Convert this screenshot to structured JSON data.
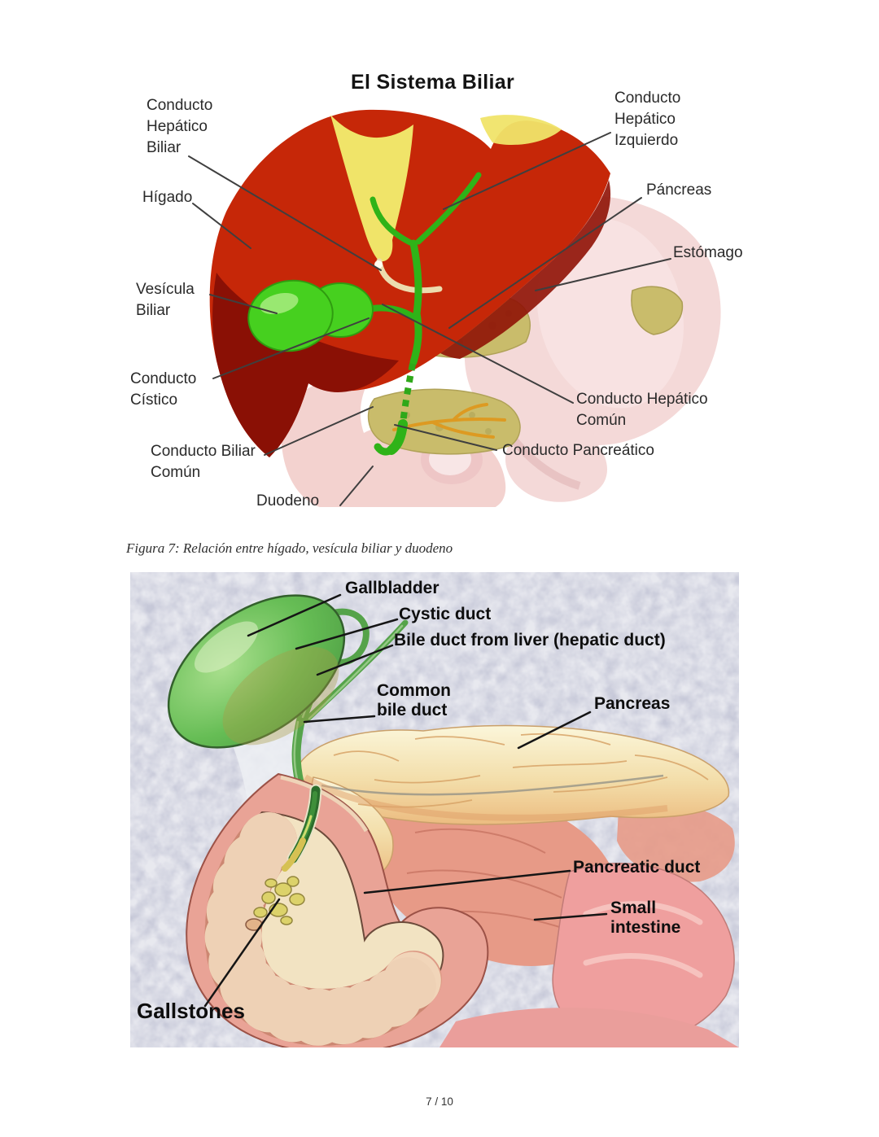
{
  "document": {
    "caption_figure7": "Figura 7: Relación entre hígado, vesícula biliar y duodeno",
    "page_indicator": "7 / 10"
  },
  "figure1": {
    "title": "El Sistema Biliar",
    "labels": {
      "conducto_hepatico_biliar": "Conducto\nHepático\nBiliar",
      "higado": "Hígado",
      "vesicula_biliar": "Vesícula\nBiliar",
      "conducto_cistico": "Conducto\nCístico",
      "conducto_biliar_comun": "Conducto Biliar\nComún",
      "duodeno": "Duodeno",
      "conducto_hepatico_izquierdo": "Conducto\nHepático\nIzquierdo",
      "pancreas": "Páncreas",
      "estomago": "Estómago",
      "conducto_hepatico_comun": "Conducto Hepático\nComún",
      "conducto_pancreatico": "Conducto Pancreático"
    },
    "colors": {
      "liver": "#c62708",
      "liver_dark": "#8a1005",
      "ligament": "#f0e469",
      "gallbladder": "#46d01f",
      "bile_duct": "#2fb318",
      "stomach": "#f4d9d8",
      "duodenum": "#f3d2cf",
      "pancreas": "#c9bc6b",
      "pancreatic_duct": "#dd9a22"
    }
  },
  "figure2": {
    "labels": {
      "gallbladder": "Gallbladder",
      "cystic_duct": "Cystic duct",
      "bile_duct_from_liver": "Bile duct from liver (hepatic duct)",
      "common_bile_duct": "Common\nbile duct",
      "pancreas": "Pancreas",
      "pancreatic_duct": "Pancreatic duct",
      "small_intestine": "Small\nintestine",
      "gallstones": "Gallstones"
    },
    "colors": {
      "background": "#c6c8d8",
      "gallbladder": "#68bb57",
      "bile_duct": "#55a34a",
      "pancreas": "#f4e3b4",
      "duodenum": "#e9a396",
      "duodenum_interior": "#f2e3c2",
      "intestine": "#ef9f9e",
      "gallstones": "#dcd26a"
    }
  }
}
